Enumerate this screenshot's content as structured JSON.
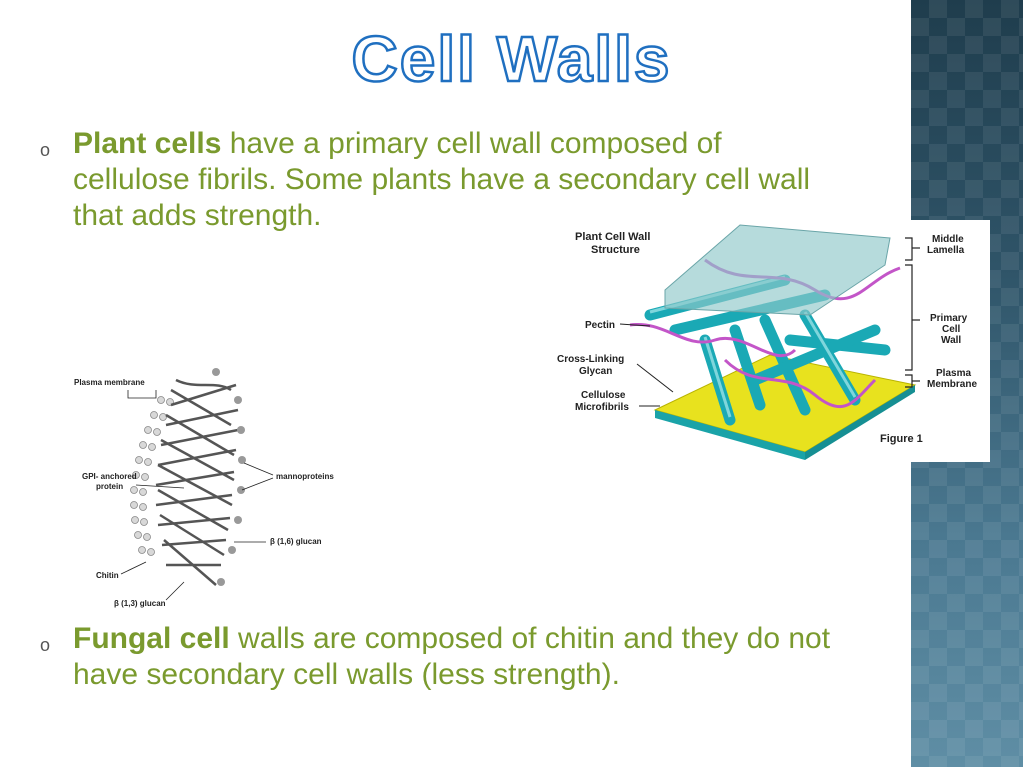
{
  "slide": {
    "title": "Cell Walls",
    "bullets": [
      {
        "bold": "Plant cells",
        "lines": [
          " have a primary cell wall composed of",
          "cellulose fibrils.  Some plants have a secondary cell wall",
          "that adds strength."
        ]
      },
      {
        "bold": "Fungal cell",
        "lines": [
          " walls are composed of chitin and they do not",
          "have secondary cell walls (less strength)."
        ]
      }
    ]
  },
  "plant_figure": {
    "title_line1": "Plant Cell Wall",
    "title_line2": "Structure",
    "pectin": "Pectin",
    "crosslink_line1": "Cross-Linking",
    "crosslink_line2": "Glycan",
    "cellulose_line1": "Cellulose",
    "cellulose_line2": "Microfibrils",
    "middle_line1": "Middle",
    "middle_line2": "Lamella",
    "primary_line1": "Primary",
    "primary_line2": "Cell",
    "primary_line3": "Wall",
    "plasma_line1": "Plasma",
    "plasma_line2": "Membrane",
    "figure_label": "Figure 1"
  },
  "fungal_figure": {
    "plasma_membrane": "Plasma membrane",
    "gpi_line1": "GPI- anchored",
    "gpi_line2": "protein",
    "mannoproteins": "mannoproteins",
    "beta16": "β (1,6) glucan",
    "chitin": "Chitin",
    "beta13": "β (1,3) glucan"
  },
  "colors": {
    "title_outline": "#1f6fc0",
    "body_text": "#7a9a2e",
    "stripe": "#2f5468"
  }
}
